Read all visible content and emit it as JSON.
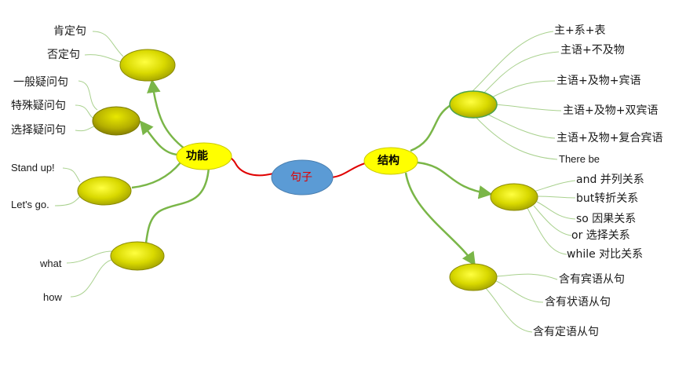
{
  "center": {
    "label": "句子",
    "fill": "#5b9bd5",
    "text_color": "#e00000"
  },
  "branches": {
    "function": {
      "label": "功能",
      "groups": [
        {
          "items": [
            "肯定句",
            "否定句"
          ]
        },
        {
          "items": [
            "一般疑问句",
            "特殊疑问句",
            "选择疑问句"
          ]
        },
        {
          "items": [
            "Stand up!",
            "Let's go."
          ]
        },
        {
          "items": [
            "what",
            "how"
          ]
        }
      ]
    },
    "structure": {
      "label": "结构",
      "groups": [
        {
          "items": [
            "主+系+表",
            "主语+不及物",
            "主语+及物+宾语",
            "主语+及物+双宾语",
            "主语+及物+复合宾语",
            "There be"
          ]
        },
        {
          "items": [
            "and 并列关系",
            "but转折关系",
            "so 因果关系",
            "or 选择关系",
            "while 对比关系"
          ]
        },
        {
          "items": [
            "含有宾语从句",
            "含有状语从句",
            "含有定语从句"
          ]
        }
      ]
    }
  },
  "colors": {
    "node_fill": "#ffff00",
    "leaf_node_fill": "#d6d600",
    "connector": "#7ab648",
    "center_link": "#e00000"
  }
}
